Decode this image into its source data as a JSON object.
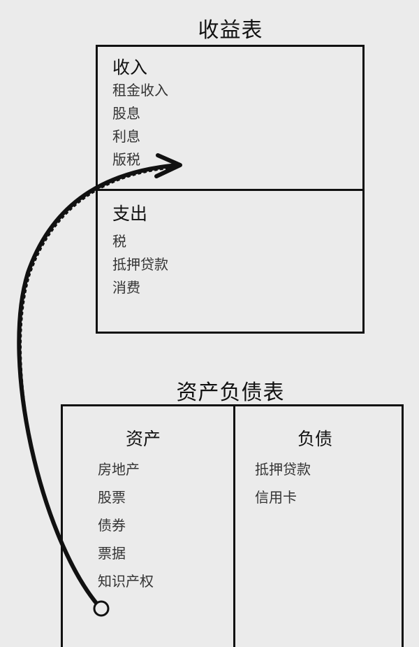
{
  "income_statement": {
    "title": "收益表",
    "income": {
      "heading": "收入",
      "items": [
        "租金收入",
        "股息",
        "利息",
        "版税"
      ]
    },
    "expenses": {
      "heading": "支出",
      "items": [
        "税",
        "抵押贷款",
        "消费"
      ]
    }
  },
  "balance_sheet": {
    "title": "资产负债表",
    "assets": {
      "heading": "资产",
      "items": [
        "房地产",
        "股票",
        "债券",
        "票据",
        "知识产权"
      ]
    },
    "liabilities": {
      "heading": "负债",
      "items": [
        "抵押贷款",
        "信用卡"
      ]
    }
  },
  "connector": {
    "from": "资产",
    "to": "收入",
    "color": "#111111"
  }
}
